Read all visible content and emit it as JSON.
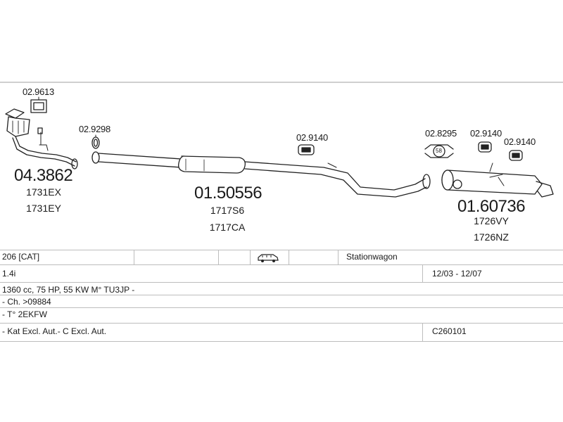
{
  "parts": {
    "downpipe": {
      "part_no": "04.3862",
      "refs": [
        "1731EX",
        "1731EY"
      ]
    },
    "downpipe_gasket_top": {
      "part_no": "02.9613"
    },
    "flange_gasket": {
      "part_no": "02.9298"
    },
    "middle_silencer": {
      "part_no": "01.50556",
      "refs": [
        "1717S6",
        "1717CA"
      ]
    },
    "rubber_hanger_middle": {
      "part_no": "02.9140"
    },
    "clamp": {
      "part_no": "02.8295",
      "size": "58"
    },
    "rubber_hanger_rear_1": {
      "part_no": "02.9140"
    },
    "rubber_hanger_rear_2": {
      "part_no": "02.9140"
    },
    "rear_silencer": {
      "part_no": "01.60736",
      "refs": [
        "1726VY",
        "1726NZ"
      ]
    }
  },
  "vehicle": {
    "model": "206  [CAT]",
    "body_icon": "car-icon",
    "body_type": "Stationwagon",
    "engine": "1.4i",
    "period": "12/03 - 12/07",
    "engine_spec": "1360 cc, 75 HP, 55 KW  M° TU3JP -",
    "chassis": "- Ch. >09884",
    "type_code": "- T° 2EKFW",
    "notes": "- Kat Excl. Aut.- C Excl. Aut.",
    "catalog_code": "C260101"
  }
}
